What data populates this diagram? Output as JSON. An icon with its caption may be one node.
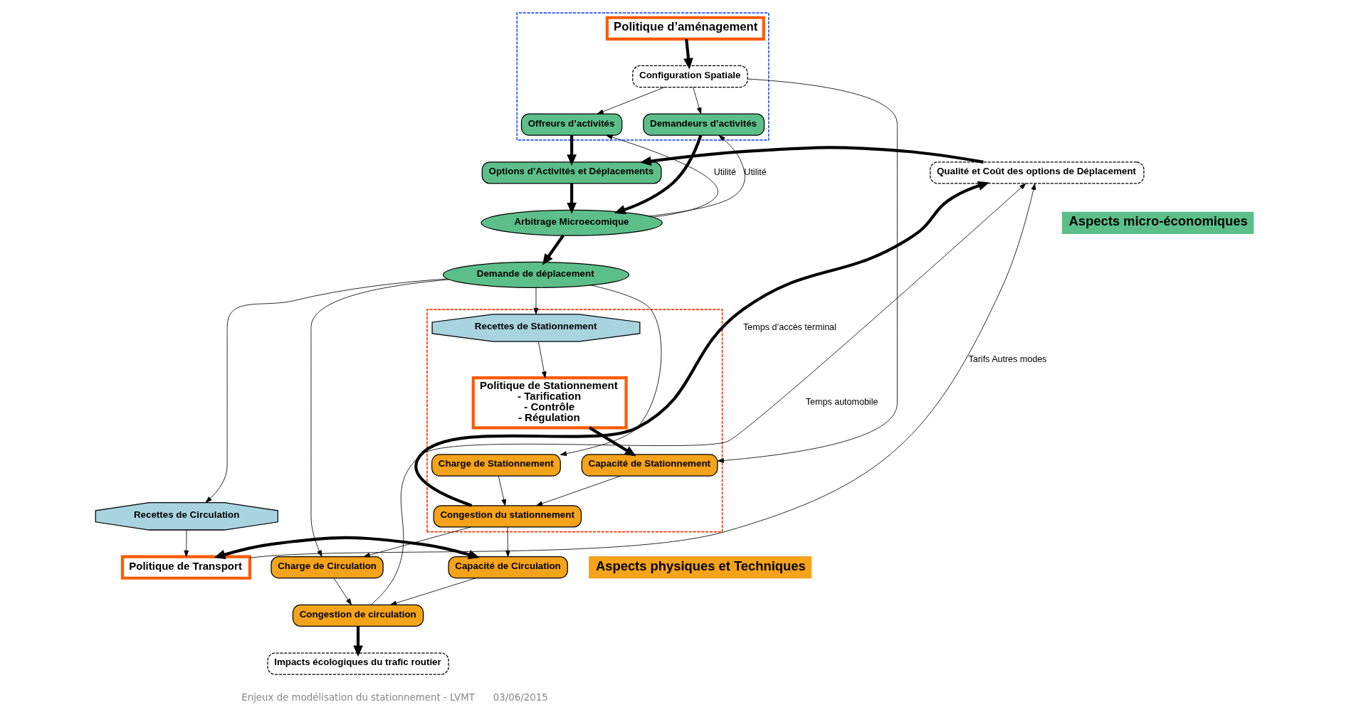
{
  "diagram": {
    "nodes": [
      {
        "text": [],
        "shape": "box"
      },
      {
        "text": [
          "Politique d’aménagement"
        ],
        "in": 0
      },
      {
        "text": [
          "Configuration Spatiale"
        ],
        "in": 0
      },
      {
        "text": [
          "Offreurs d’activités"
        ],
        "in": 0
      },
      {
        "text": [
          "Demandeurs d’activités"
        ],
        "in": 0
      },
      {
        "text": [
          "Options d’Activités et Déplacements"
        ]
      },
      {
        "text": [
          "Arbitrage Microecomique"
        ]
      },
      {
        "text": [
          "Demande de déplacement"
        ]
      },
      {
        "text": [
          "Qualité et Coût des options de Déplacement"
        ]
      },
      {
        "text": [],
        "shape": "box"
      },
      {
        "text": [
          "Recettes de Stationnement"
        ],
        "in": 9
      },
      {
        "text": [
          "Politique de Stationnement",
          "- Tarification",
          "- Contrôle",
          "- Régulation"
        ],
        "in": 9
      },
      {
        "text": [
          "Capacité de Stationnement"
        ],
        "in": 9
      },
      {
        "text": [
          "Charge de Stationnement"
        ],
        "in": 9
      },
      {
        "text": [
          "Congestion du stationnement"
        ],
        "in": 9
      },
      {
        "text": [
          "Recettes de Circulation"
        ]
      },
      {
        "text": [
          "Charge de Circulation"
        ]
      },
      {
        "text": [
          "Capacité de Circulation"
        ]
      },
      {
        "text": [
          "Congestion de circulation"
        ]
      },
      {
        "text": [
          "Impacts écologiques du trafic routier"
        ]
      },
      {
        "text": [
          "Politique de Transport"
        ]
      },
      {
        "text": [
          "Aspects micro-économiques"
        ]
      },
      {
        "text": [
          "Aspects physiques et Techniques"
        ]
      }
    ],
    "edges": [
      {
        "from": 1,
        "to": 2,
        "arrow": "to",
        "style": "thick"
      },
      {
        "from": 2,
        "to": 3,
        "arrow": "to"
      },
      {
        "from": 2,
        "to": 4,
        "arrow": "to"
      },
      {
        "from": 2,
        "to": 12,
        "arrow": "to"
      },
      {
        "from": 3,
        "to": 5,
        "arrow": "to",
        "style": "thick"
      },
      {
        "from": 6,
        "to": 3,
        "arrow": "to",
        "label": "Utilité"
      },
      {
        "from": 4,
        "to": 6,
        "arrow": "to",
        "style": "thick"
      },
      {
        "from": 6,
        "to": 4,
        "arrow": "to",
        "label": "Utilité"
      },
      {
        "from": 5,
        "to": 6,
        "arrow": "to",
        "style": "thick"
      },
      {
        "from": 6,
        "to": 7,
        "arrow": "to",
        "style": "thick"
      },
      {
        "from": 8,
        "to": 5,
        "arrow": "to",
        "style": "thick"
      },
      {
        "from": 7,
        "to": 10,
        "arrow": "to"
      },
      {
        "from": 7,
        "to": 13,
        "arrow": "to"
      },
      {
        "from": 7,
        "to": 16,
        "arrow": "to"
      },
      {
        "from": 7,
        "to": 15,
        "arrow": "to"
      },
      {
        "from": 10,
        "to": 11,
        "arrow": "to"
      },
      {
        "from": 11,
        "to": 12,
        "arrow": "to",
        "style": "thick"
      },
      {
        "from": 12,
        "to": 14,
        "arrow": "to"
      },
      {
        "from": 13,
        "to": 14,
        "arrow": "to"
      },
      {
        "from": 14,
        "to": 16,
        "arrow": "to"
      },
      {
        "from": 14,
        "to": 17,
        "arrow": "to"
      },
      {
        "from": 16,
        "to": 18,
        "arrow": "to"
      },
      {
        "from": 17,
        "to": 18,
        "arrow": "to"
      },
      {
        "from": 18,
        "to": 8,
        "arrow": "to",
        "label": "Temps automobile"
      },
      {
        "from": 18,
        "to": 19,
        "arrow": "to",
        "style": "thick"
      },
      {
        "from": 14,
        "to": 8,
        "arrow": "to",
        "style": "thick",
        "label": "Temps d’accès terminal"
      },
      {
        "from": 15,
        "to": 20,
        "arrow": "to"
      },
      {
        "from": 20,
        "to": 17,
        "arrow": "both",
        "style": "thick"
      },
      {
        "from": 20,
        "to": 8,
        "arrow": "to",
        "label": "Tarifs Autres modes"
      }
    ],
    "labels": [
      "Enjeux de modélisation du stationnement - LVMT",
      "03/06/2015"
    ]
  }
}
